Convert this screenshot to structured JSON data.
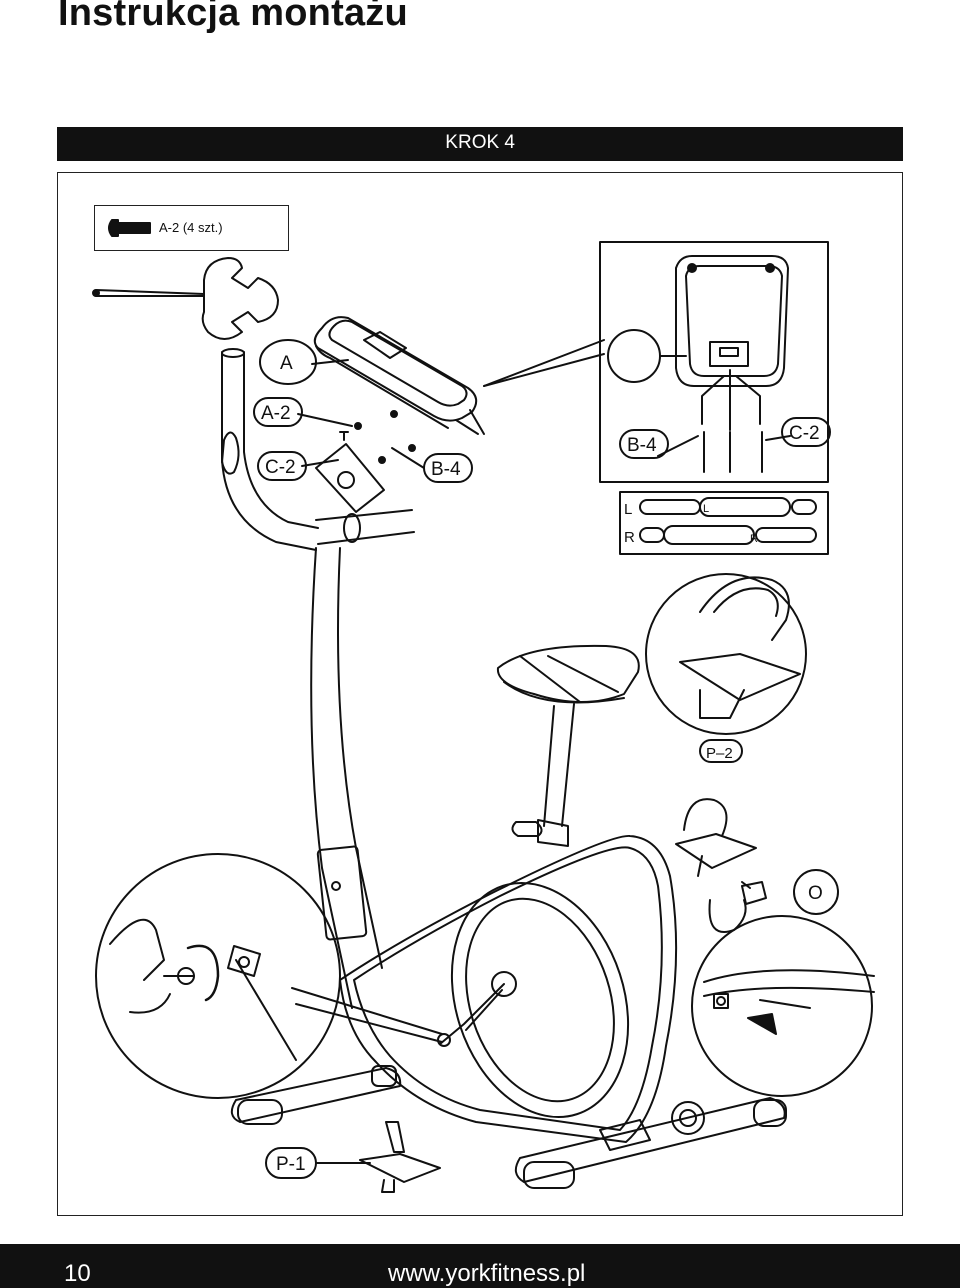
{
  "page": {
    "title": "Instrukcja montażu",
    "step": "KROK 4",
    "page_number": "10",
    "website": "www.yorkfitness.pl"
  },
  "parts": {
    "bolt_label": "A-2 (4 szt.)"
  },
  "callouts": {
    "console": "A",
    "screws": "A-2",
    "cable_left": "C-2",
    "cable_right": "B-4",
    "inset_b4": "B-4",
    "inset_c2": "C-2",
    "pedal_left": "L",
    "pedal_right": "R",
    "pedal_left_small": "L",
    "pedal_right_small": "R",
    "pedal_p2": "P–2",
    "adapter_o": "O",
    "foot_p1": "P-1"
  }
}
